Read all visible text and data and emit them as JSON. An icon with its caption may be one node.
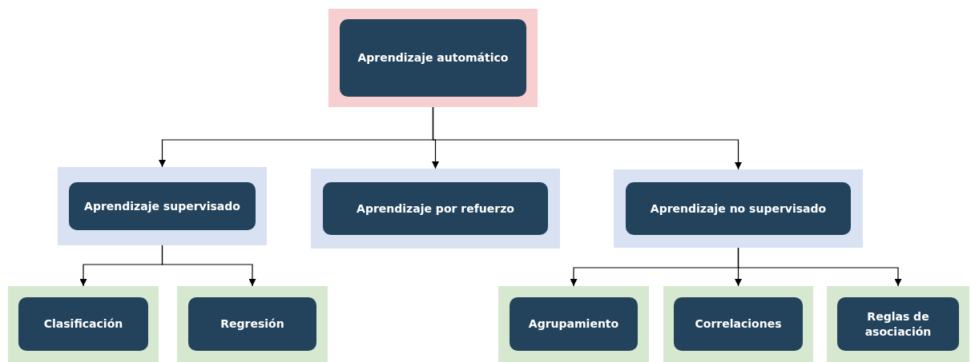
{
  "diagram": {
    "nodes": [
      {
        "text": [
          "Aprendizaje automático"
        ]
      },
      {
        "text": [
          "Aprendizaje supervisado"
        ]
      },
      {
        "text": [
          "Aprendizaje por refuerzo"
        ]
      },
      {
        "text": [
          "Aprendizaje no supervisado"
        ]
      },
      {
        "text": [
          "Clasificación"
        ]
      },
      {
        "text": [
          "Regresión"
        ]
      },
      {
        "text": [
          "Agrupamiento"
        ]
      },
      {
        "text": [
          "Correlaciones"
        ]
      },
      {
        "text": [
          "Reglas de asociación"
        ]
      }
    ],
    "edges": [
      {
        "from": 0,
        "to": 1,
        "arrow": "to"
      },
      {
        "from": 0,
        "to": 2,
        "arrow": "to"
      },
      {
        "from": 0,
        "to": 3,
        "arrow": "to"
      },
      {
        "from": 1,
        "to": 4,
        "arrow": "to"
      },
      {
        "from": 1,
        "to": 5,
        "arrow": "to"
      },
      {
        "from": 3,
        "to": 6,
        "arrow": "to"
      },
      {
        "from": 3,
        "to": 7,
        "arrow": "to"
      },
      {
        "from": 3,
        "to": 8,
        "arrow": "to"
      }
    ]
  }
}
